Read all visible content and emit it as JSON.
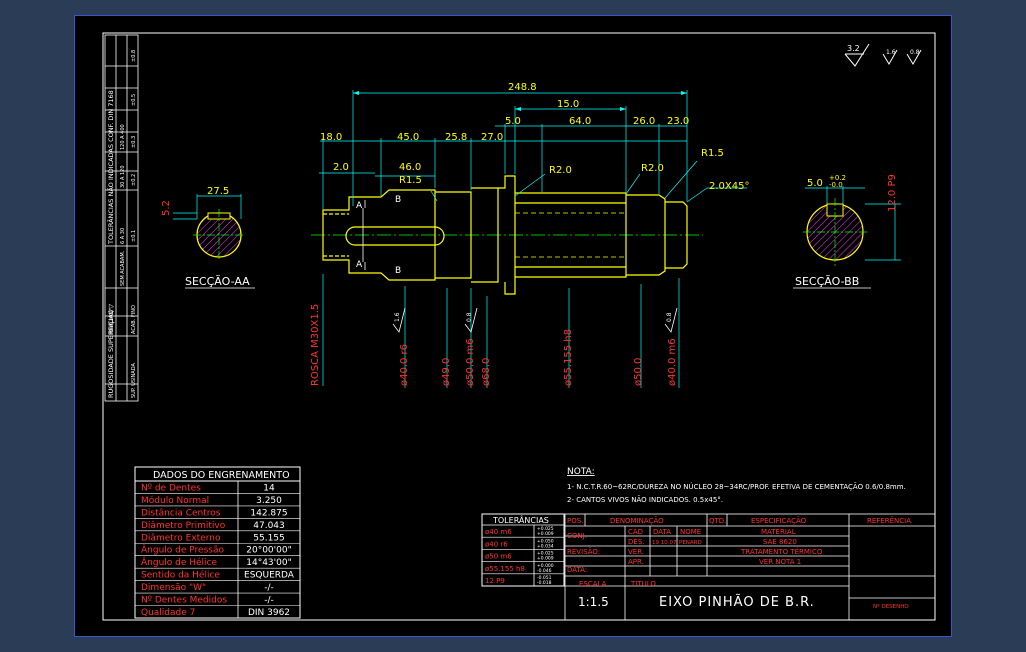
{
  "drawing": {
    "title": "EIXO PINHÃO DE B.R.",
    "title_label": "TITULO",
    "scale_label": "ESCALA",
    "scale": "1:1.5",
    "drawing_no_label": "Nº DESENHO"
  },
  "symbols": {
    "rough_main": "3.2",
    "rough_a": "1.6",
    "rough_b": "0.8"
  },
  "shaft": {
    "dims": {
      "total": "248.8",
      "d15": "15.0",
      "d5": "5.0",
      "d64": "64.0",
      "d26": "26.0",
      "d23": "23.0",
      "d18": "18.0",
      "d45": "45.0",
      "d25_8": "25.8",
      "d27": "27.0",
      "d2": "2.0",
      "d46": "46.0",
      "r1_5a": "R1.5",
      "r2a": "R2.0",
      "r2b": "R2.0",
      "r1_5b": "R1.5",
      "chamfer": "2.0X45°"
    },
    "section_a": {
      "letter": "A",
      "b_letter": "B"
    },
    "diameters": [
      "ROSCA M30X1.5",
      "ø40.0 r6",
      "ø49.0",
      "ø50.0 m6",
      "ø68.0",
      "ø55.155 h8",
      "ø50.0",
      "ø40.0 m6"
    ],
    "rough_tags": [
      "1.6",
      "0.8",
      "0.8"
    ]
  },
  "section_aa": {
    "label": "SECÇÃO-AA",
    "width": "27.5",
    "depth": "5.2"
  },
  "section_bb": {
    "label": "SECÇÃO-BB",
    "width": "5.0",
    "tol_up": "+0.2",
    "tol_dn": "-0.0",
    "depth": "12.0 P9"
  },
  "side_table": {
    "col1": [
      "RUGOSIDADE SUPERFICIAL",
      "Ra(µm)",
      "▽▽",
      "~",
      "TOLERÂNCIAS NÃO INDICADAS CONF. DIN 7168"
    ],
    "row_a": [
      "SUP. EM BRUTO",
      "SEM ACABAM.",
      "6 A 30",
      "30 A 120",
      "120 A 400",
      "±0.1",
      "±0.2",
      "±0.3",
      "±0.5",
      "±0.8"
    ],
    "row_b": [
      "SUP. USINADA",
      "ACAB. FINO",
      "0.4",
      "0.4",
      "1.6"
    ]
  },
  "gear_table": {
    "header": "DADOS DO ENGRENAMENTO",
    "rows": [
      [
        "Nº de Dentes",
        "14"
      ],
      [
        "Módulo Normal",
        "3.250"
      ],
      [
        "Distância Centros",
        "142.875"
      ],
      [
        "Diâmetro Primitivo",
        "47.043"
      ],
      [
        "Diâmetro Externo",
        "55.155"
      ],
      [
        "Ângulo de Pressão",
        "20°00'00\""
      ],
      [
        "Ângulo de Hélice",
        "14°43'00\""
      ],
      [
        "Sentido da Hélice",
        "ESQUERDA"
      ],
      [
        "Dimensão \"W\"",
        "-/-"
      ],
      [
        "Nº Dentes Medidos",
        "-/-"
      ],
      [
        "Qualidade 7",
        "DIN 3962"
      ]
    ]
  },
  "tolerances": {
    "header": "TOLERÂNCIAS",
    "rows": [
      [
        "ø40 m6",
        "+0.025",
        "+0.009"
      ],
      [
        "ø40 r6",
        "+0.050",
        "+0.034"
      ],
      [
        "ø50 m6",
        "+0.025",
        "+0.009"
      ],
      [
        "ø55.155 h8",
        "+0.000",
        "-0.046"
      ],
      [
        "12 P9",
        "-0.051",
        "-0.018"
      ]
    ]
  },
  "notes": {
    "title": "NOTA:",
    "lines": [
      "1- N.C.T.R.60~62RC/DUREZA NO NÚCLEO 28~34RC/PROF. EFETIVA DE CEMENTAÇÃO 0.6/0.8mm.",
      "2- CANTOS VIVOS NÃO INDICADOS. 0.5x45°."
    ]
  },
  "title_block": {
    "headers": [
      "POS.",
      "DENOMINAÇÃO",
      "QTD.",
      "ESPECIFICAÇÃO",
      "REFERÊNCIA"
    ],
    "conj": "CONJ.",
    "revisao": "REVISÃO:",
    "data_label": "DATA:",
    "cad": "CAD",
    "data": "DATA",
    "nome": "NOME",
    "des": "DES.",
    "des_date": "19.10.07",
    "des_name": "PENARD",
    "ver": "VER.",
    "apr": "APR.",
    "material_label": "MATERIAL",
    "material": "SAE 8620",
    "treatment_label": "TRATAMENTO TÉRMICO",
    "treatment": "VER NOTA 1"
  }
}
